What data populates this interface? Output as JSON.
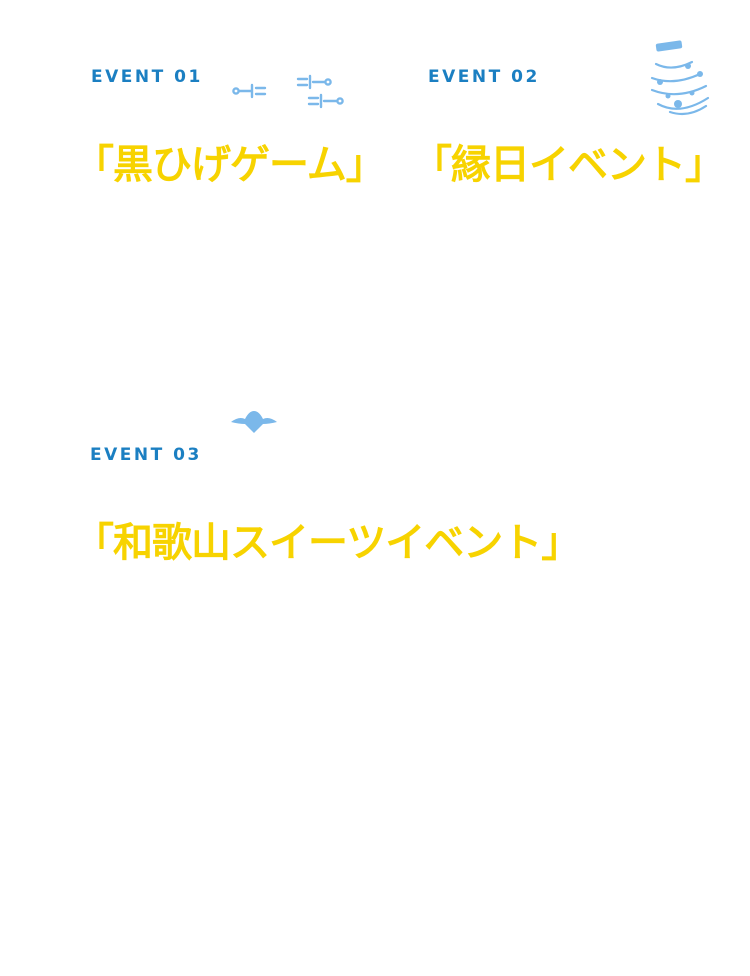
{
  "colors": {
    "label": "#1b7fc2",
    "title": "#f7d300",
    "icon": "#7bb8ea"
  },
  "events": [
    {
      "label": "EVENT 01",
      "title": "「黒ひげゲーム」",
      "icon": "swords-icon"
    },
    {
      "label": "EVENT 02",
      "title": "「縁日イベント」",
      "icon": "shaved-ice-icon"
    },
    {
      "label": "EVENT 03",
      "title": "「和歌山スイーツイベント」",
      "icon": "cloud-sweet-icon"
    }
  ]
}
